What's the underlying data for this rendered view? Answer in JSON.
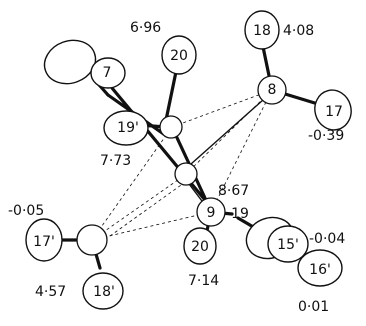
{
  "atoms": {
    "a7": "7",
    "a19p": "19'",
    "a20top": "20",
    "a18top": "18",
    "a8": "8",
    "a17": "17",
    "a9": "9",
    "a19": "19",
    "a15p": "15'",
    "a16p": "16'",
    "a20bot": "20",
    "a17p": "17'",
    "a18p": "18'"
  },
  "values": {
    "v696": "6·96",
    "v408": "4·08",
    "v039": "-0·39",
    "v773": "7·73",
    "v867": "8·67",
    "v004": "-0·04",
    "v005": "-0·05",
    "v001": "0·01",
    "v457": "4·57",
    "v714": "7·14"
  }
}
